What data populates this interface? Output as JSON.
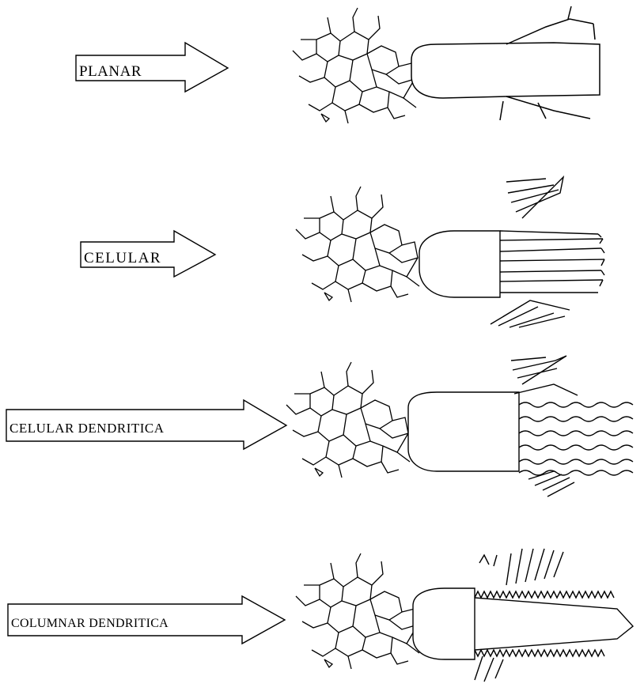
{
  "rows": [
    {
      "id": "planar",
      "label": "PLANAR"
    },
    {
      "id": "celular",
      "label": "CELULAR"
    },
    {
      "id": "celular-dendritica",
      "label": "CELULAR DENDRITICA"
    },
    {
      "id": "columnar-dendritica",
      "label": "COLUMNAR DENDRITICA"
    }
  ]
}
